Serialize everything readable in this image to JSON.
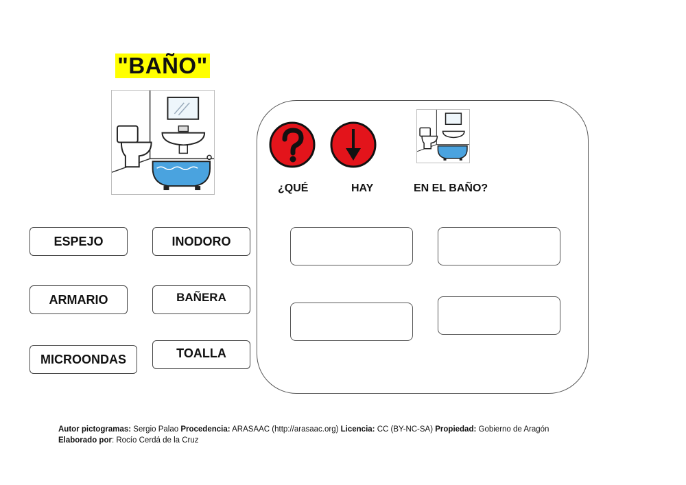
{
  "title": "\"BAÑO\"",
  "words": {
    "espejo": "ESPEJO",
    "inodoro": "INODORO",
    "armario": "ARMARIO",
    "banera": "BAÑERA",
    "microondas": "MICROONDAS",
    "toalla": "TOALLA"
  },
  "question": {
    "que": "¿QUÉ",
    "hay": "HAY",
    "en_el_bano": "EN EL BAÑO?"
  },
  "colors": {
    "title_highlight": "#ffff00",
    "icon_red": "#e3141b"
  },
  "icons": {
    "question": "question-mark-icon",
    "arrow": "arrow-down-icon"
  },
  "footer": {
    "line1": [
      {
        "label": "Autor pictogramas:",
        "value": " Sergio Palao "
      },
      {
        "label": "Procedencia:",
        "value": " ARASAAC (http://arasaac.org) "
      },
      {
        "label": "Licencia:",
        "value": " CC (BY-NC-SA) "
      },
      {
        "label": "Propiedad:",
        "value": " Gobierno de Aragón"
      }
    ],
    "line2": [
      {
        "label": "Elaborado por",
        "value": ": Rocío Cerdá de la Cruz"
      }
    ]
  }
}
